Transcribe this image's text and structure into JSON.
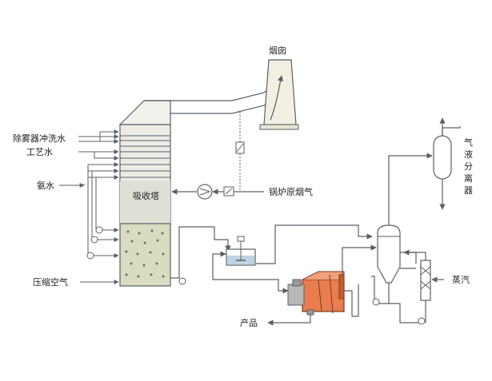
{
  "labels": {
    "chimney": "烟囱",
    "demister_water": "除雾器冲洗水",
    "process_water": "工艺水",
    "ammonia_water": "氨水",
    "absorber": "吸收塔",
    "boiler_flue_gas": "锅炉原烟气",
    "compressed_air": "压缩空气",
    "product": "产品",
    "gas_liquid_separator": [
      "气",
      "液",
      "分",
      "离",
      "器"
    ],
    "steam": "蒸汽"
  },
  "colors": {
    "line": "#5a5f66",
    "absorber_body": "#ecece5",
    "absorber_slurry": "#d9dcc0",
    "chimney_fill": "#f3efe2",
    "tank_liquid": "#bcd4df",
    "centrifuge": "#e87d4f",
    "vessel_fill": "#ffffff"
  }
}
